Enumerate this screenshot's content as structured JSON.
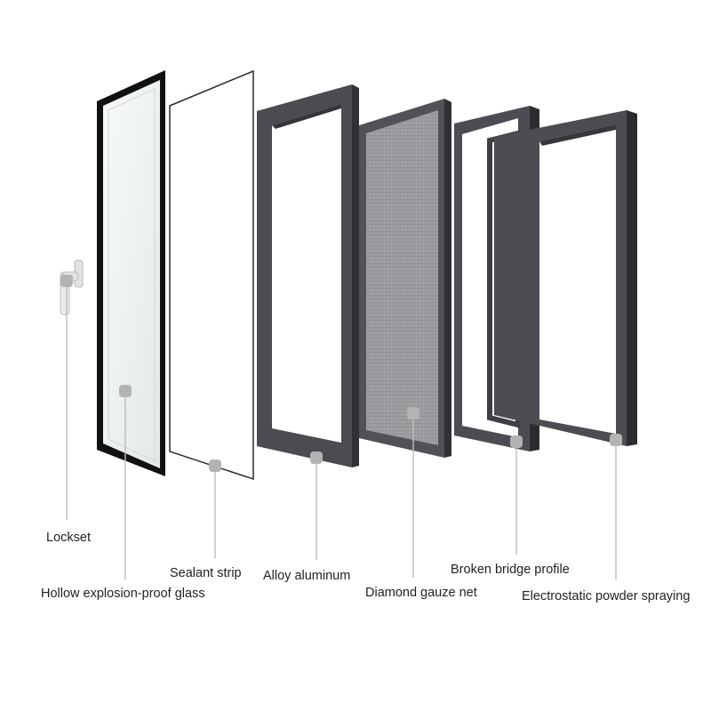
{
  "labels": {
    "lockset": "Lockset",
    "hollow_glass": "Hollow explosion-proof glass",
    "sealant_strip": "Sealant strip",
    "alloy_aluminum": "Alloy aluminum",
    "diamond_gauze": "Diamond gauze net",
    "broken_bridge": "Broken bridge profile",
    "powder_spraying": "Electrostatic powder spraying"
  },
  "colors": {
    "frame_dark": "#4a4c51",
    "frame_black": "#111111",
    "glass": "#eef2f0",
    "mesh": "#8d8f92",
    "marker": "#b3b3b3",
    "leader": "#bdbdbd"
  }
}
